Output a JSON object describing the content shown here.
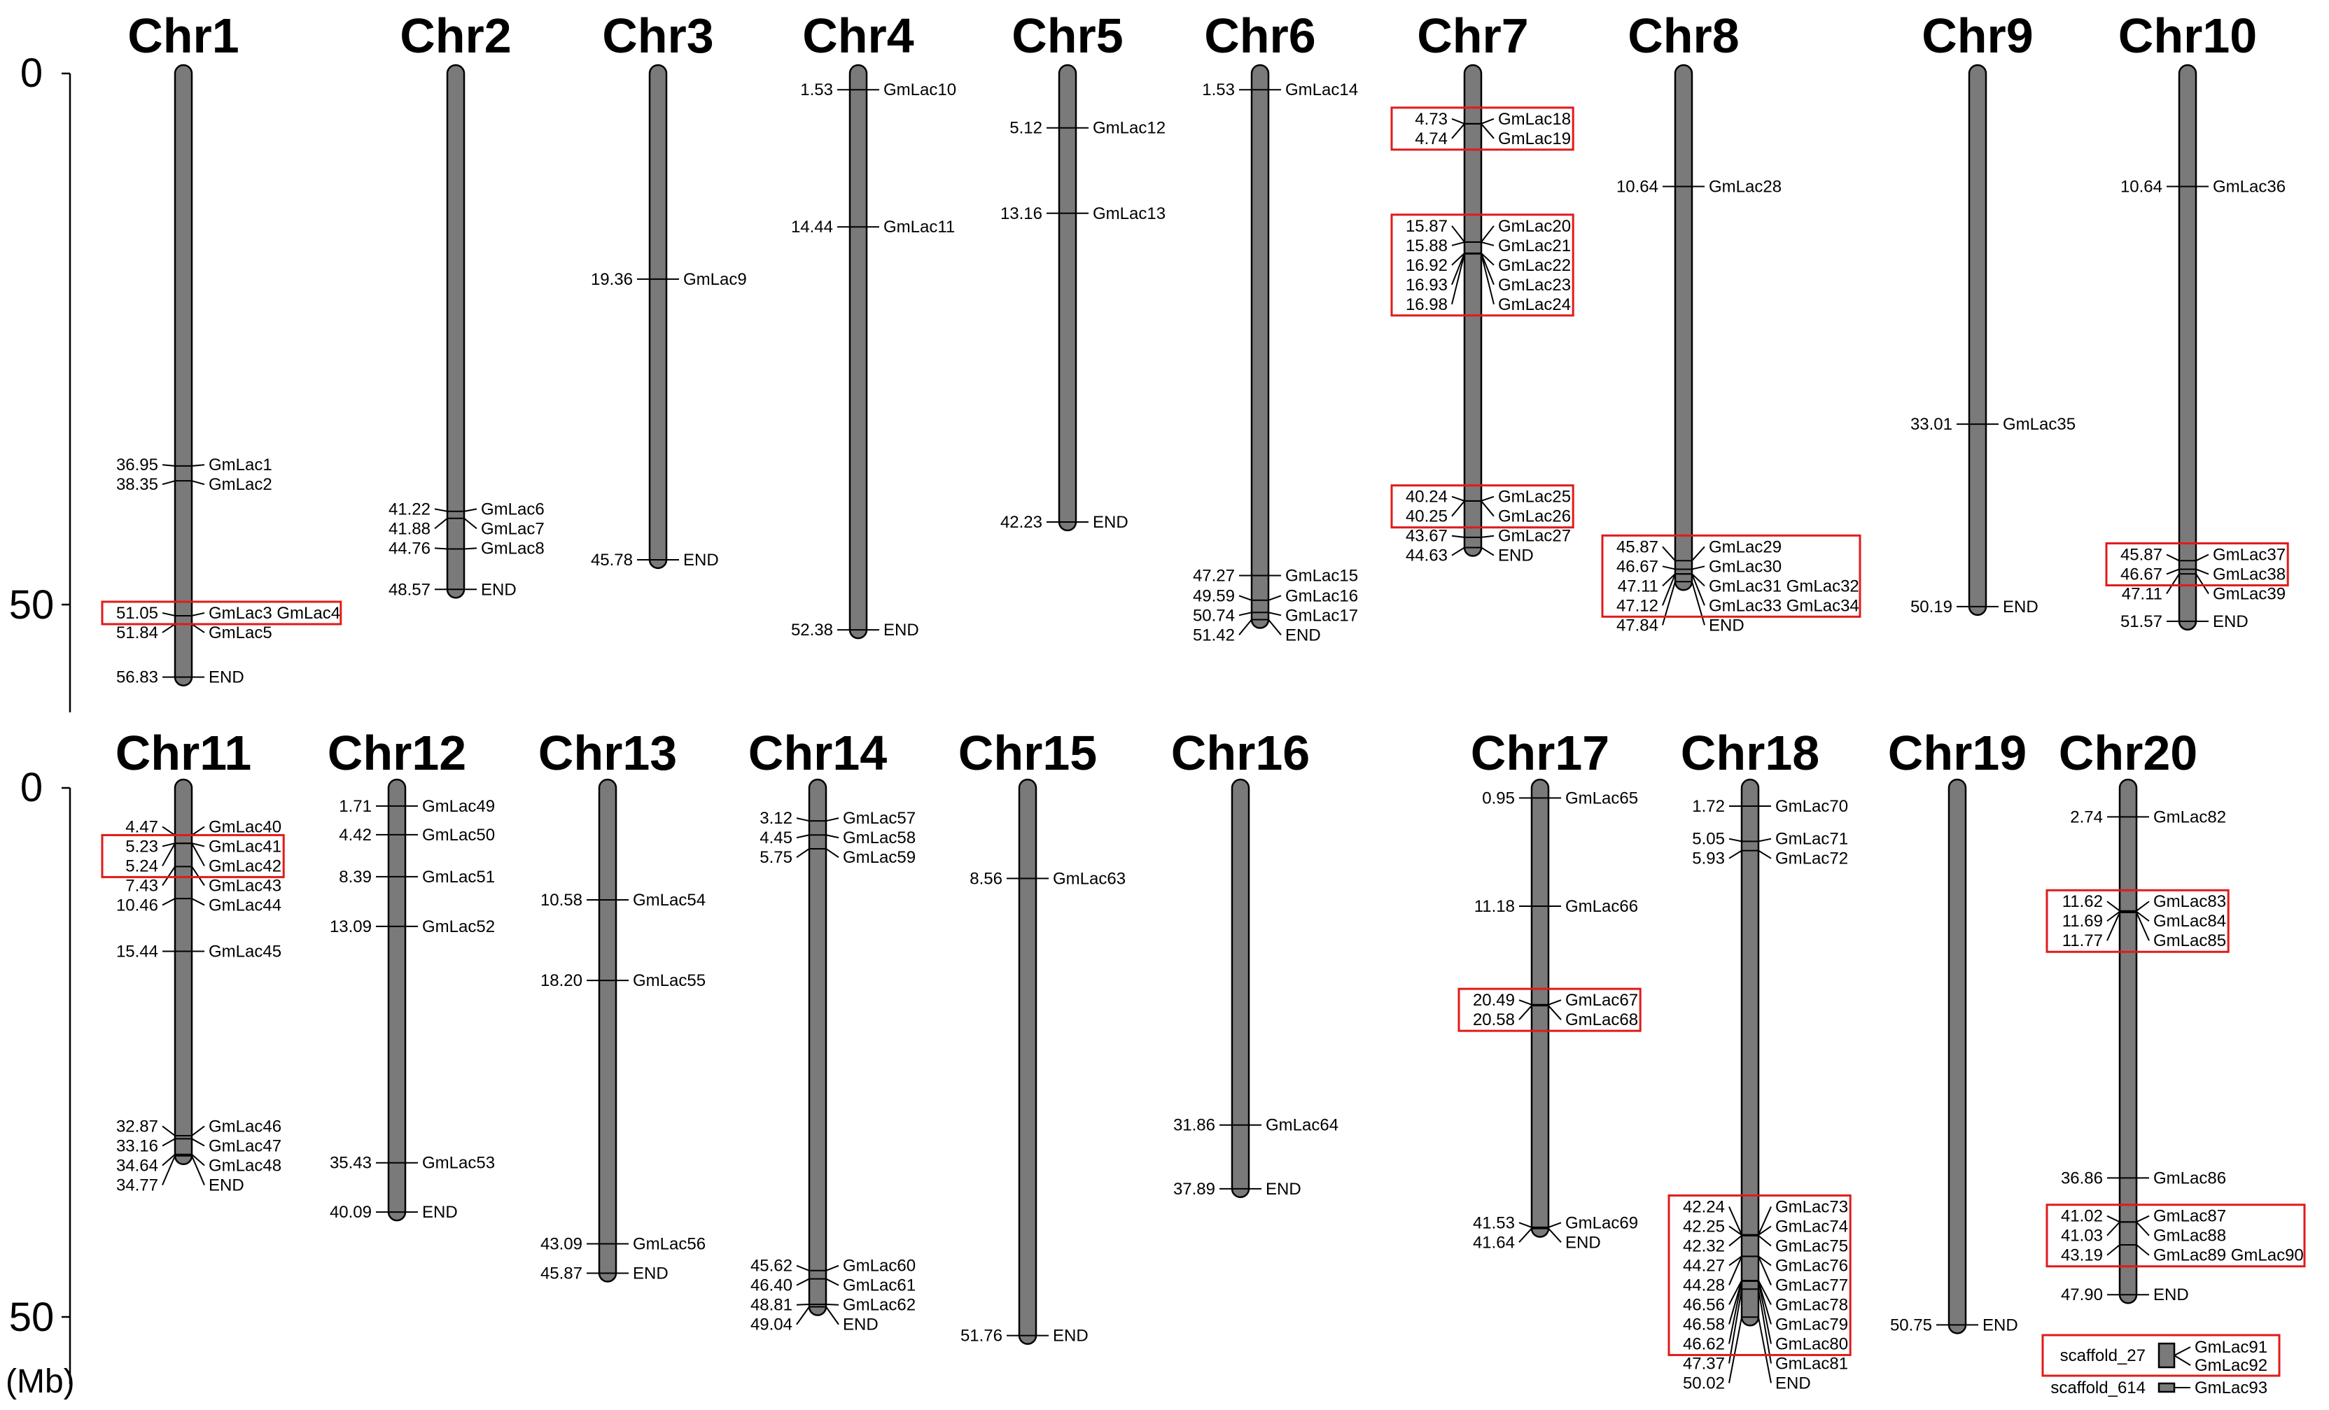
{
  "scale": {
    "ticks": [
      "0",
      "50"
    ],
    "unit": "(Mb)"
  },
  "end_label": "END",
  "chart_data": {
    "type": "chromosome-map",
    "unit": "Mb",
    "chromosomes": [
      {
        "name": "Chr1",
        "length": 56.83,
        "genes": [
          {
            "pos": 36.95,
            "pos_label": "36.95",
            "name": "GmLac1"
          },
          {
            "pos": 38.35,
            "pos_label": "38.35",
            "name": "GmLac2"
          },
          {
            "pos": 51.05,
            "pos_label": "51.05",
            "name": "GmLac3 GmLac4"
          },
          {
            "pos": 51.84,
            "pos_label": "51.84",
            "name": "GmLac5"
          }
        ],
        "groups": [
          [
            2,
            2
          ]
        ],
        "end_label": "56.83"
      },
      {
        "name": "Chr2",
        "length": 48.57,
        "genes": [
          {
            "pos": 41.22,
            "pos_label": "41.22",
            "name": "GmLac6"
          },
          {
            "pos": 41.88,
            "pos_label": "41.88",
            "name": "GmLac7"
          },
          {
            "pos": 44.76,
            "pos_label": "44.76",
            "name": "GmLac8"
          }
        ],
        "groups": [],
        "end_label": "48.57"
      },
      {
        "name": "Chr3",
        "length": 45.78,
        "genes": [
          {
            "pos": 19.36,
            "pos_label": "19.36",
            "name": "GmLac9"
          }
        ],
        "groups": [],
        "end_label": "45.78"
      },
      {
        "name": "Chr4",
        "length": 52.38,
        "genes": [
          {
            "pos": 1.53,
            "pos_label": "1.53",
            "name": "GmLac10"
          },
          {
            "pos": 14.44,
            "pos_label": "14.44",
            "name": "GmLac11"
          }
        ],
        "groups": [],
        "end_label": "52.38"
      },
      {
        "name": "Chr5",
        "length": 42.23,
        "genes": [
          {
            "pos": 5.12,
            "pos_label": "5.12",
            "name": "GmLac12"
          },
          {
            "pos": 13.16,
            "pos_label": "13.16",
            "name": "GmLac13"
          }
        ],
        "groups": [],
        "end_label": "42.23"
      },
      {
        "name": "Chr6",
        "length": 51.42,
        "genes": [
          {
            "pos": 1.53,
            "pos_label": "1.53",
            "name": "GmLac14"
          },
          {
            "pos": 47.27,
            "pos_label": "47.27",
            "name": "GmLac15"
          },
          {
            "pos": 49.59,
            "pos_label": "49.59",
            "name": "GmLac16"
          },
          {
            "pos": 50.74,
            "pos_label": "50.74",
            "name": "GmLac17"
          }
        ],
        "groups": [],
        "end_label": "51.42"
      },
      {
        "name": "Chr7",
        "length": 44.63,
        "genes": [
          {
            "pos": 4.73,
            "pos_label": "4.73",
            "name": "GmLac18"
          },
          {
            "pos": 4.74,
            "pos_label": "4.74",
            "name": "GmLac19"
          },
          {
            "pos": 15.87,
            "pos_label": "15.87",
            "name": "GmLac20"
          },
          {
            "pos": 15.88,
            "pos_label": "15.88",
            "name": "GmLac21"
          },
          {
            "pos": 16.92,
            "pos_label": "16.92",
            "name": "GmLac22"
          },
          {
            "pos": 16.93,
            "pos_label": "16.93",
            "name": "GmLac23"
          },
          {
            "pos": 16.98,
            "pos_label": "16.98",
            "name": "GmLac24"
          },
          {
            "pos": 40.24,
            "pos_label": "40.24",
            "name": "GmLac25"
          },
          {
            "pos": 40.25,
            "pos_label": "40.25",
            "name": "GmLac26"
          },
          {
            "pos": 43.67,
            "pos_label": "43.67",
            "name": "GmLac27"
          }
        ],
        "groups": [
          [
            0,
            1
          ],
          [
            2,
            6
          ],
          [
            7,
            8
          ]
        ],
        "end_label": "44.63"
      },
      {
        "name": "Chr8",
        "length": 47.84,
        "genes": [
          {
            "pos": 10.64,
            "pos_label": "10.64",
            "name": "GmLac28"
          },
          {
            "pos": 45.87,
            "pos_label": "45.87",
            "name": "GmLac29"
          },
          {
            "pos": 46.67,
            "pos_label": "46.67",
            "name": "GmLac30"
          },
          {
            "pos": 47.11,
            "pos_label": "47.11",
            "name": "GmLac31 GmLac32"
          },
          {
            "pos": 47.12,
            "pos_label": "47.12",
            "name": "GmLac33 GmLac34"
          }
        ],
        "groups": [
          [
            1,
            4
          ]
        ],
        "end_label": "47.84"
      },
      {
        "name": "Chr9",
        "length": 50.19,
        "genes": [
          {
            "pos": 33.01,
            "pos_label": "33.01",
            "name": "GmLac35"
          }
        ],
        "groups": [],
        "end_label": "50.19"
      },
      {
        "name": "Chr10",
        "length": 51.57,
        "genes": [
          {
            "pos": 10.64,
            "pos_label": "10.64",
            "name": "GmLac36"
          },
          {
            "pos": 45.87,
            "pos_label": "45.87",
            "name": "GmLac37"
          },
          {
            "pos": 46.67,
            "pos_label": "46.67",
            "name": "GmLac38"
          },
          {
            "pos": 47.11,
            "pos_label": "47.11",
            "name": "GmLac39"
          }
        ],
        "groups": [
          [
            1,
            2
          ]
        ],
        "end_label": "51.57"
      },
      {
        "name": "Chr11",
        "length": 34.77,
        "genes": [
          {
            "pos": 4.47,
            "pos_label": "4.47",
            "name": "GmLac40"
          },
          {
            "pos": 5.23,
            "pos_label": "5.23",
            "name": "GmLac41"
          },
          {
            "pos": 5.24,
            "pos_label": "5.24",
            "name": "GmLac42"
          },
          {
            "pos": 7.43,
            "pos_label": "7.43",
            "name": "GmLac43"
          },
          {
            "pos": 10.46,
            "pos_label": "10.46",
            "name": "GmLac44"
          },
          {
            "pos": 15.44,
            "pos_label": "15.44",
            "name": "GmLac45"
          },
          {
            "pos": 32.87,
            "pos_label": "32.87",
            "name": "GmLac46"
          },
          {
            "pos": 33.16,
            "pos_label": "33.16",
            "name": "GmLac47"
          },
          {
            "pos": 34.64,
            "pos_label": "34.64",
            "name": "GmLac48"
          }
        ],
        "groups": [
          [
            1,
            2
          ]
        ],
        "end_label": "34.77"
      },
      {
        "name": "Chr12",
        "length": 40.09,
        "genes": [
          {
            "pos": 1.71,
            "pos_label": "1.71",
            "name": "GmLac49"
          },
          {
            "pos": 4.42,
            "pos_label": "4.42",
            "name": "GmLac50"
          },
          {
            "pos": 8.39,
            "pos_label": "8.39",
            "name": "GmLac51"
          },
          {
            "pos": 13.09,
            "pos_label": "13.09",
            "name": "GmLac52"
          },
          {
            "pos": 35.43,
            "pos_label": "35.43",
            "name": "GmLac53"
          }
        ],
        "groups": [],
        "end_label": "40.09"
      },
      {
        "name": "Chr13",
        "length": 45.87,
        "genes": [
          {
            "pos": 10.58,
            "pos_label": "10.58",
            "name": "GmLac54"
          },
          {
            "pos": 18.2,
            "pos_label": "18.20",
            "name": "GmLac55"
          },
          {
            "pos": 43.09,
            "pos_label": "43.09",
            "name": "GmLac56"
          }
        ],
        "groups": [],
        "end_label": "45.87"
      },
      {
        "name": "Chr14",
        "length": 49.04,
        "genes": [
          {
            "pos": 3.12,
            "pos_label": "3.12",
            "name": "GmLac57"
          },
          {
            "pos": 4.45,
            "pos_label": "4.45",
            "name": "GmLac58"
          },
          {
            "pos": 5.75,
            "pos_label": "5.75",
            "name": "GmLac59"
          },
          {
            "pos": 45.62,
            "pos_label": "45.62",
            "name": "GmLac60"
          },
          {
            "pos": 46.4,
            "pos_label": "46.40",
            "name": "GmLac61"
          },
          {
            "pos": 48.81,
            "pos_label": "48.81",
            "name": "GmLac62"
          }
        ],
        "groups": [],
        "end_label": "49.04"
      },
      {
        "name": "Chr15",
        "length": 51.76,
        "genes": [
          {
            "pos": 8.56,
            "pos_label": "8.56",
            "name": "GmLac63"
          }
        ],
        "groups": [],
        "end_label": "51.76"
      },
      {
        "name": "Chr16",
        "length": 37.89,
        "genes": [
          {
            "pos": 31.86,
            "pos_label": "31.86",
            "name": "GmLac64"
          }
        ],
        "groups": [],
        "end_label": "37.89"
      },
      {
        "name": "Chr17",
        "length": 41.64,
        "genes": [
          {
            "pos": 0.95,
            "pos_label": "0.95",
            "name": "GmLac65"
          },
          {
            "pos": 11.18,
            "pos_label": "11.18",
            "name": "GmLac66"
          },
          {
            "pos": 20.49,
            "pos_label": "20.49",
            "name": "GmLac67"
          },
          {
            "pos": 20.58,
            "pos_label": "20.58",
            "name": "GmLac68"
          },
          {
            "pos": 41.53,
            "pos_label": "41.53",
            "name": "GmLac69"
          }
        ],
        "groups": [
          [
            2,
            3
          ]
        ],
        "end_label": "41.64"
      },
      {
        "name": "Chr18",
        "length": 50.02,
        "genes": [
          {
            "pos": 1.72,
            "pos_label": "1.72",
            "name": "GmLac70"
          },
          {
            "pos": 5.05,
            "pos_label": "5.05",
            "name": "GmLac71"
          },
          {
            "pos": 5.93,
            "pos_label": "5.93",
            "name": "GmLac72"
          },
          {
            "pos": 42.24,
            "pos_label": "42.24",
            "name": "GmLac73"
          },
          {
            "pos": 42.25,
            "pos_label": "42.25",
            "name": "GmLac74"
          },
          {
            "pos": 42.32,
            "pos_label": "42.32",
            "name": "GmLac75"
          },
          {
            "pos": 44.27,
            "pos_label": "44.27",
            "name": "GmLac76"
          },
          {
            "pos": 44.28,
            "pos_label": "44.28",
            "name": "GmLac77"
          },
          {
            "pos": 46.56,
            "pos_label": "46.56",
            "name": "GmLac78"
          },
          {
            "pos": 46.58,
            "pos_label": "46.58",
            "name": "GmLac79"
          },
          {
            "pos": 46.62,
            "pos_label": "46.62",
            "name": "GmLac80"
          },
          {
            "pos": 47.37,
            "pos_label": "47.37",
            "name": "GmLac81"
          }
        ],
        "groups": [
          [
            3,
            10
          ]
        ],
        "end_label": "50.02"
      },
      {
        "name": "Chr19",
        "length": 50.75,
        "genes": [],
        "groups": [],
        "end_label": "50.75"
      },
      {
        "name": "Chr20",
        "length": 47.9,
        "genes": [
          {
            "pos": 2.74,
            "pos_label": "2.74",
            "name": "GmLac82"
          },
          {
            "pos": 11.62,
            "pos_label": "11.62",
            "name": "GmLac83"
          },
          {
            "pos": 11.69,
            "pos_label": "11.69",
            "name": "GmLac84"
          },
          {
            "pos": 11.77,
            "pos_label": "11.77",
            "name": "GmLac85"
          },
          {
            "pos": 36.86,
            "pos_label": "36.86",
            "name": "GmLac86"
          },
          {
            "pos": 41.02,
            "pos_label": "41.02",
            "name": "GmLac87"
          },
          {
            "pos": 41.03,
            "pos_label": "41.03",
            "name": "GmLac88"
          },
          {
            "pos": 43.19,
            "pos_label": "43.19",
            "name": "GmLac89 GmLac90"
          }
        ],
        "groups": [
          [
            1,
            3
          ],
          [
            5,
            7
          ]
        ],
        "end_label": "47.90"
      }
    ],
    "scaffolds": [
      {
        "name": "scaffold_27",
        "genes": [
          "GmLac91",
          "GmLac92"
        ],
        "highlighted": true
      },
      {
        "name": "scaffold_614",
        "genes": [
          "GmLac93"
        ],
        "highlighted": false
      }
    ]
  }
}
